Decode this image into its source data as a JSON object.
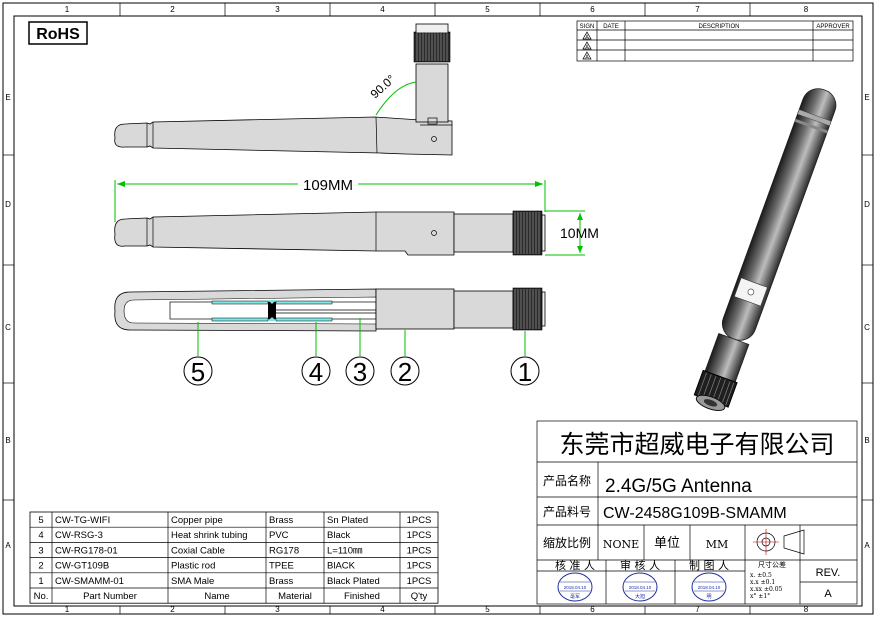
{
  "rohs_logo": "RoHS",
  "border_cols": [
    "1",
    "2",
    "3",
    "4",
    "5",
    "6",
    "7",
    "8"
  ],
  "border_rows": [
    "E",
    "D",
    "C",
    "B",
    "A"
  ],
  "revision_table": {
    "headers": [
      "SIGN",
      "DATE",
      "DESCRIPTION",
      "APPROVER"
    ],
    "rows": [
      "A",
      "A",
      "A"
    ]
  },
  "dimensions": {
    "angle": "90.0°",
    "length": "109MM",
    "diameter": "10MM"
  },
  "balloons": [
    "5",
    "4",
    "3",
    "2",
    "1"
  ],
  "company": "东莞市超威电子有限公司",
  "title_block": {
    "product_name_label": "产品名称",
    "product_name": "2.4G/5G  Antenna",
    "part_no_label": "产品料号",
    "part_no": "CW-2458G109B-SMAMM",
    "scale_label": "缩放比例",
    "scale": "NONE",
    "unit_label": "单位",
    "unit": "MM",
    "approved_label": "核 准 人",
    "reviewed_label": "审 核 人",
    "drawn_label": "制 图 人",
    "tolerance_label": "尺寸公差",
    "tolerances": [
      "x.  ±0.5",
      "x.x  ±0.1",
      "x.xx ±0.05",
      "x°  ±1°"
    ],
    "rev_label": "REV.",
    "rev": "A",
    "stamp_date": "2018.04.10",
    "stamps": [
      "毫军",
      "大旭",
      "明"
    ]
  },
  "bom": {
    "headers": [
      "No.",
      "Part Number",
      "Name",
      "Material",
      "Finished",
      "Q'ty"
    ],
    "rows": [
      [
        "5",
        "CW-TG-WIFI",
        "Copper pipe",
        "Brass",
        "Sn Plated",
        "1PCS"
      ],
      [
        "4",
        "CW-RSG-3",
        "Heat shrink tubing",
        "PVC",
        "Black",
        "1PCS"
      ],
      [
        "3",
        "CW-RG178-01",
        "Coxial Cable",
        "RG178",
        "L=110㎜",
        "1PCS"
      ],
      [
        "2",
        "CW-GT109B",
        "Plastic rod",
        "TPEE",
        "BlACK",
        "1PCS"
      ],
      [
        "1",
        "CW-SMAMM-01",
        "SMA Male",
        "Brass",
        "Black  Plated",
        "1PCS"
      ]
    ]
  }
}
